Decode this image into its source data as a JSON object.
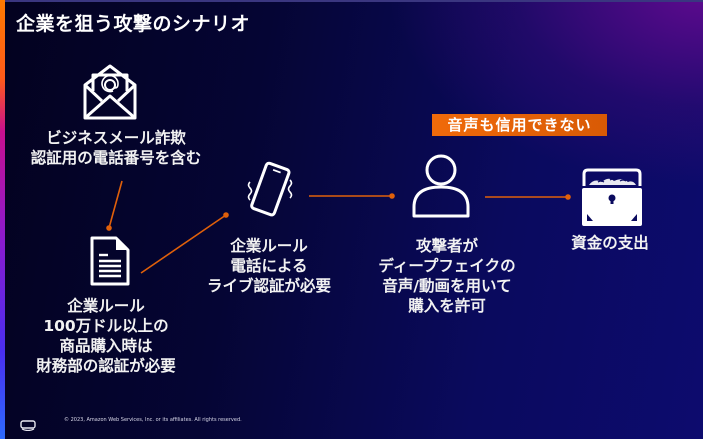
{
  "slide": {
    "title": "企業を狙う攻撃のシナリオ",
    "nodes": {
      "bec": {
        "icon": "email-at-icon",
        "lines": [
          "ビジネスメール詐欺",
          "認証用の電話番号を含む"
        ]
      },
      "policy": {
        "icon": "document-icon",
        "lines": [
          "企業ルール",
          "100万ドル以上の",
          "商品購入時は",
          "財務部の認証が必要"
        ]
      },
      "phone": {
        "icon": "vibrating-phone-icon",
        "lines": [
          "企業ルール",
          "電話による",
          "ライブ認証が必要"
        ]
      },
      "attacker": {
        "icon": "person-icon",
        "lines": [
          "攻撃者が",
          "ディープフェイクの",
          "音声/動画を用いて",
          "購入を許可"
        ]
      },
      "funds": {
        "icon": "treasure-chest-icon",
        "lines": [
          "資金の支出"
        ]
      }
    },
    "badge": "音声も信用できない",
    "footer": {
      "logo": "aws-logo-icon",
      "copyright": "© 2023, Amazon Web Services, Inc. or its affiliates. All rights reserved."
    },
    "colors": {
      "accent": "#f06a0a",
      "arrow": "#e0600a",
      "text": "#ffffff",
      "background_dark": "#03021f",
      "background_light": "#0d0b6e"
    }
  }
}
